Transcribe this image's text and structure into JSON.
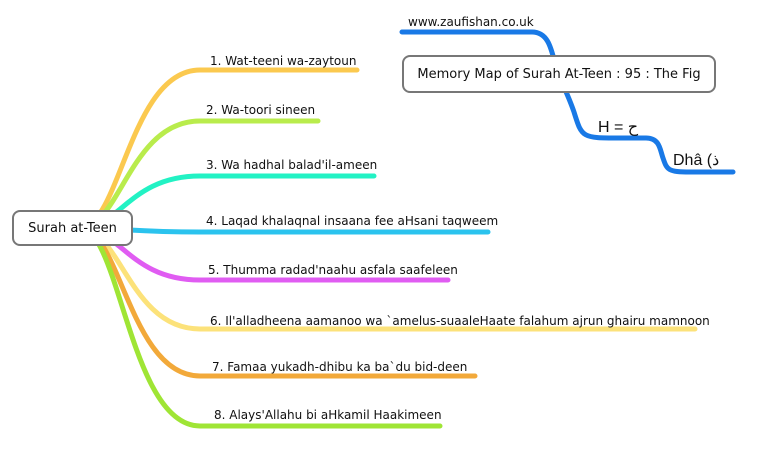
{
  "central": {
    "label": "Surah at-Teen"
  },
  "title": {
    "label": "Memory Map of Surah At-Teen : 95 : The Fig"
  },
  "website": "www.zaufishan.co.uk",
  "letters": {
    "h": "H = ح",
    "dh": "Dhâ (ذ"
  },
  "branches": [
    {
      "label": "1. Wat-teeni wa-zaytoun",
      "color": "#fbc94f"
    },
    {
      "label": "2. Wa-toori sineen",
      "color": "#b9ec4c"
    },
    {
      "label": "3. Wa hadhal balad'il-ameen",
      "color": "#22f2c4"
    },
    {
      "label": "4. Laqad khalaqnal insaana fee aHsani taqweem",
      "color": "#2bc3ee"
    },
    {
      "label": "5. Thumma radad'naahu asfala saafeleen",
      "color": "#e05cf2"
    },
    {
      "label": "6. Il'alladheena aamanoo wa `amelus-suaaleHaate falahum ajrun ghairu mamnoon",
      "color": "#fce27a"
    },
    {
      "label": "7. Famaa yukadh-dhibu ka ba`du bid-deen",
      "color": "#f2a93a"
    },
    {
      "label": "8. Alays'Allahu bi aHkamil Haakimeen",
      "color": "#9fe535"
    }
  ],
  "colors": {
    "blue": "#1979e6",
    "box_border": "#777777"
  }
}
